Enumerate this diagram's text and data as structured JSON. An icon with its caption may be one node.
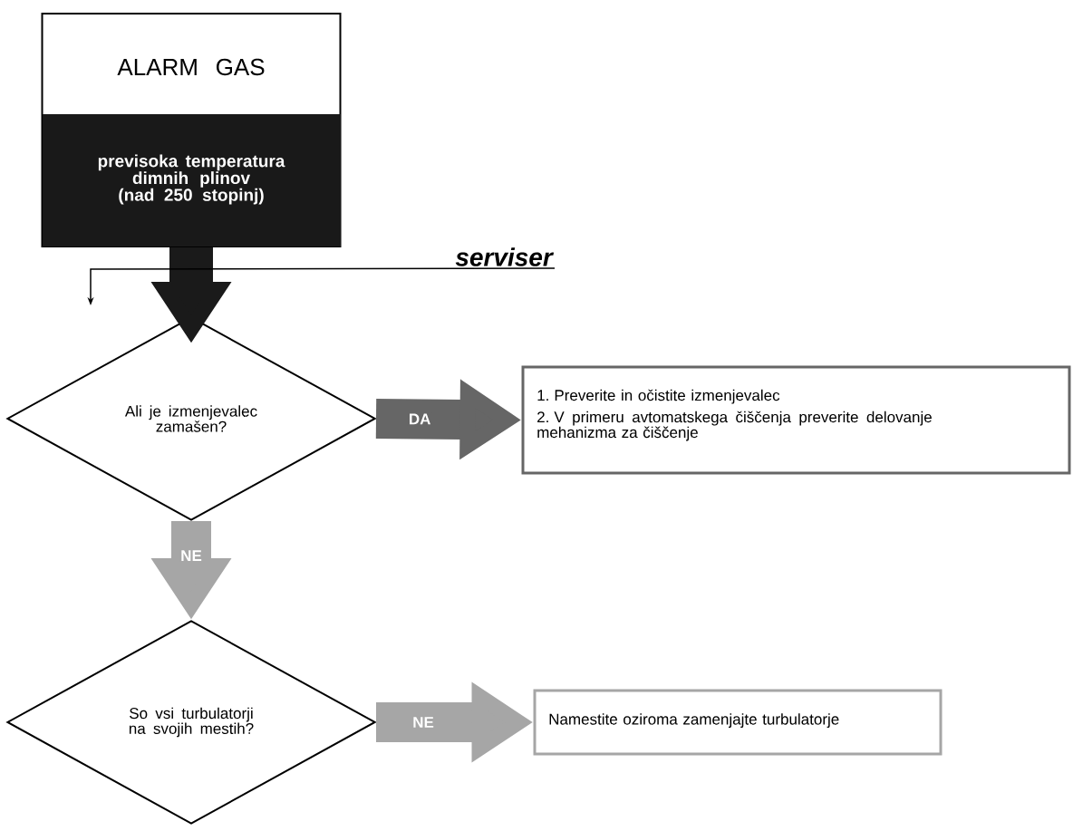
{
  "diagram": {
    "nodes": [
      {
        "text": [
          "ALARM GAS",
          "previsoka temperatura dimnih plinov (nad 250 stopinj)"
        ]
      },
      {
        "text": [
          "Ali je izmenjevalec zamašen?"
        ]
      },
      {
        "text": [
          "1. Preverite in očistite izmenjevalec",
          "2. V primeru avtomatskega čiščenja preverite delovanje mehanizma za čiščenje"
        ]
      },
      {
        "text": [
          "So vsi turbulatorji na svojih mestih?"
        ]
      },
      {
        "text": [
          "Namestite oziroma zamenjajte turbulatorje"
        ]
      },
      {
        "text": [
          "serviser"
        ]
      }
    ],
    "edges": [
      {
        "from": 0,
        "to": 1,
        "arrow": "to",
        "color": "#1a1a1a"
      },
      {
        "from": 1,
        "to": 2,
        "arrow": "to",
        "label": "DA",
        "color": "#666666"
      },
      {
        "from": 1,
        "to": 3,
        "arrow": "to",
        "label": "NE",
        "color": "#a6a6a6"
      },
      {
        "from": 3,
        "to": 4,
        "arrow": "to",
        "label": "NE",
        "color": "#a6a6a6"
      },
      {
        "from": 5,
        "to": null,
        "arrow": "to",
        "color": "#000000"
      }
    ]
  }
}
